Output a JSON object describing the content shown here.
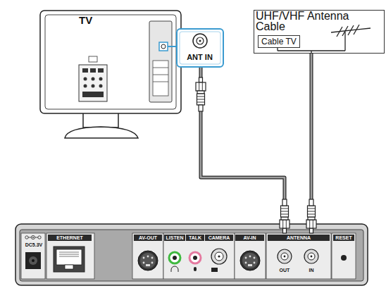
{
  "diagram": {
    "nodes": [
      {
        "text": [
          "TV"
        ]
      },
      {
        "text": [
          "ANT IN"
        ]
      },
      {
        "text": [
          "UHF/VHF Antenna Cable"
        ]
      },
      {
        "text": [
          "Cable TV"
        ],
        "in": 2
      },
      {
        "text": [
          "DC5.3V",
          "ETHERNET",
          "AV-OUT",
          "LISTEN",
          "TALK",
          "CAMERA",
          "AV-IN",
          "RESET"
        ]
      },
      {
        "text": [
          "ANTENNA",
          "OUT",
          "IN"
        ],
        "in": 4
      }
    ],
    "edges": [
      {
        "from": 1,
        "to": 5,
        "arrow": "none"
      },
      {
        "from": 2,
        "to": 5,
        "arrow": "none"
      }
    ]
  }
}
